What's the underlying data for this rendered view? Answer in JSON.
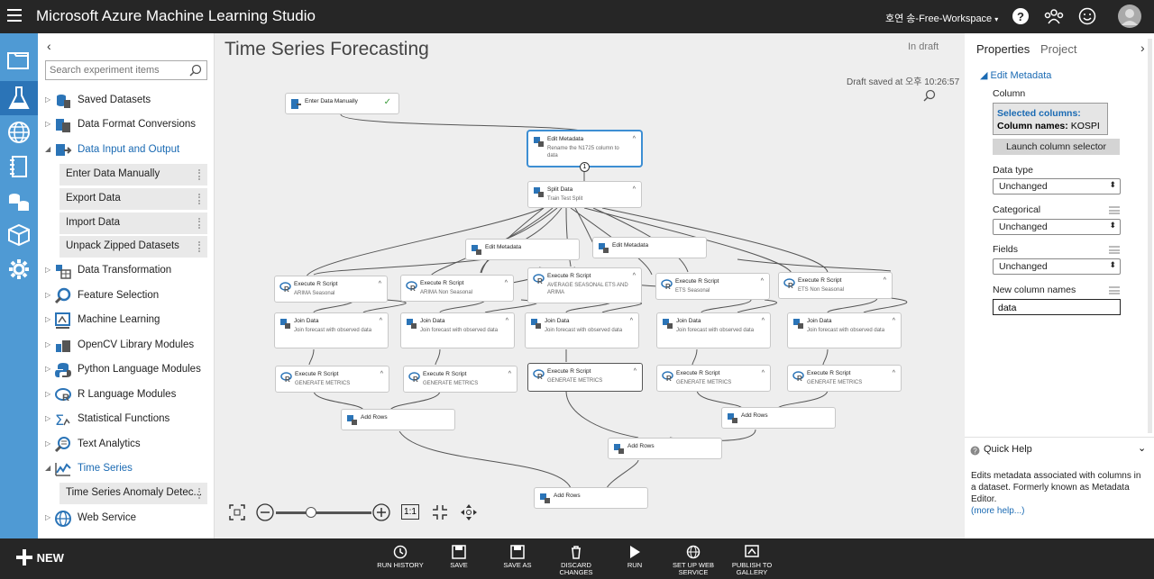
{
  "app": {
    "title": "Microsoft Azure Machine Learning Studio",
    "workspace": "호연 송-Free-Workspace"
  },
  "palette": {
    "search_placeholder": "Search experiment items",
    "items": [
      {
        "label": "Saved Datasets"
      },
      {
        "label": "Data Format Conversions"
      },
      {
        "label": "Data Input and Output"
      },
      {
        "label": "Data Transformation"
      },
      {
        "label": "Feature Selection"
      },
      {
        "label": "Machine Learning"
      },
      {
        "label": "OpenCV Library Modules"
      },
      {
        "label": "Python Language Modules"
      },
      {
        "label": "R Language Modules"
      },
      {
        "label": "Statistical Functions"
      },
      {
        "label": "Text Analytics"
      },
      {
        "label": "Time Series"
      },
      {
        "label": "Web Service"
      }
    ],
    "subitems_io": [
      "Enter Data Manually",
      "Export Data",
      "Import Data",
      "Unpack Zipped Datasets"
    ],
    "subitems_ts": [
      "Time Series Anomaly Detec..."
    ]
  },
  "canvas": {
    "title": "Time Series Forecasting",
    "status": "In draft",
    "saved": "Draft saved at 오후 10:26:57",
    "zoom_ratio": "1:1",
    "nodes": {
      "enter": {
        "title": "Enter Data Manually"
      },
      "editmeta1": {
        "title": "Edit Metadata",
        "sub": "Rename the N1725 column to data"
      },
      "split": {
        "title": "Split Data",
        "sub": "Train Test Split"
      },
      "editmeta2": {
        "title": "Edit Metadata"
      },
      "editmeta3": {
        "title": "Edit Metadata"
      },
      "r1": {
        "title": "Execute R Script",
        "sub": "ARIMA Seasonal"
      },
      "r2": {
        "title": "Execute R Script",
        "sub": "ARIMA Non Seasonal"
      },
      "r3": {
        "title": "Execute R Script",
        "sub": "AVERAGE SEASONAL ETS AND ARIMA"
      },
      "r4": {
        "title": "Execute R Script",
        "sub": "ETS Seasonal"
      },
      "r5": {
        "title": "Execute R Script",
        "sub": "ETS Non Seasonal"
      },
      "j1": {
        "title": "Join Data",
        "sub": "Join forecast with observed data"
      },
      "j2": {
        "title": "Join Data",
        "sub": "Join forecast with observed data"
      },
      "j3": {
        "title": "Join Data",
        "sub": "Join forecast with observed data"
      },
      "j4": {
        "title": "Join Data",
        "sub": "Join forecast with observed data"
      },
      "j5": {
        "title": "Join Data",
        "sub": "Join forecast with observed data"
      },
      "m1": {
        "title": "Execute R Script",
        "sub": "GENERATE METRICS"
      },
      "m2": {
        "title": "Execute R Script",
        "sub": "GENERATE METRICS"
      },
      "m3": {
        "title": "Execute R Script",
        "sub": "GENERATE METRICS"
      },
      "m4": {
        "title": "Execute R Script",
        "sub": "GENERATE METRICS"
      },
      "m5": {
        "title": "Execute R Script",
        "sub": "GENERATE METRICS"
      },
      "ar1": {
        "title": "Add Rows"
      },
      "ar2": {
        "title": "Add Rows"
      },
      "ar3": {
        "title": "Add Rows"
      },
      "ar4": {
        "title": "Add Rows"
      }
    },
    "port_badge": "1"
  },
  "properties": {
    "tab_properties": "Properties",
    "tab_project": "Project",
    "section": "Edit Metadata",
    "column_label": "Column",
    "selected_columns_label": "Selected columns:",
    "column_names_label": "Column names:",
    "column_names_value": "KOSPI",
    "launch_button": "Launch column selector",
    "data_type_label": "Data type",
    "data_type_value": "Unchanged",
    "categorical_label": "Categorical",
    "categorical_value": "Unchanged",
    "fields_label": "Fields",
    "fields_value": "Unchanged",
    "new_names_label": "New column names",
    "new_names_value": "data"
  },
  "help": {
    "title": "Quick Help",
    "text": "Edits metadata associated with columns in a dataset. Formerly known as Metadata Editor.",
    "link": "(more help...)"
  },
  "bottombar": {
    "new_label": "NEW",
    "buttons": [
      "RUN HISTORY",
      "SAVE",
      "SAVE AS",
      "DISCARD CHANGES",
      "RUN",
      "SET UP WEB SERVICE",
      "PUBLISH TO GALLERY"
    ]
  },
  "colors": {
    "accent": "#1a6ab3",
    "rail": "#4f9ad4",
    "bar": "#262626"
  }
}
